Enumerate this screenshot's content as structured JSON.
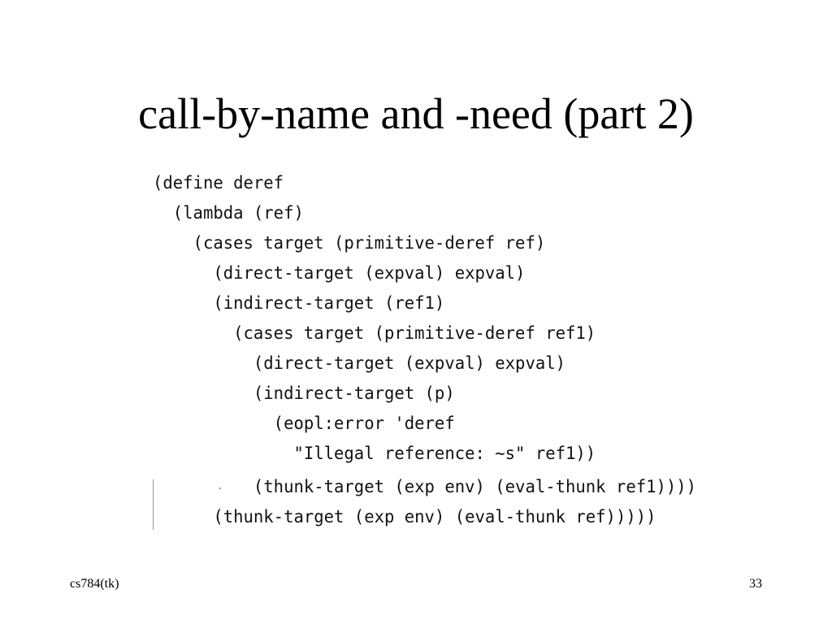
{
  "slide": {
    "title": "call-by-name and -need (part 2)",
    "code_lines": [
      "(define deref",
      "  (lambda (ref)",
      "    (cases target (primitive-deref ref)",
      "      (direct-target (expval) expval)",
      "      (indirect-target (ref1)",
      "        (cases target (primitive-deref ref1)",
      "          (direct-target (expval) expval)",
      "          (indirect-target (p)",
      "            (eopl:error 'deref",
      "              \"Illegal reference: ~s\" ref1))",
      "          (thunk-target (exp env) (eval-thunk ref1))))",
      "      (thunk-target (exp env) (eval-thunk ref)))))"
    ]
  },
  "footer": {
    "course": "cs784(tk)",
    "page_number": "33"
  }
}
